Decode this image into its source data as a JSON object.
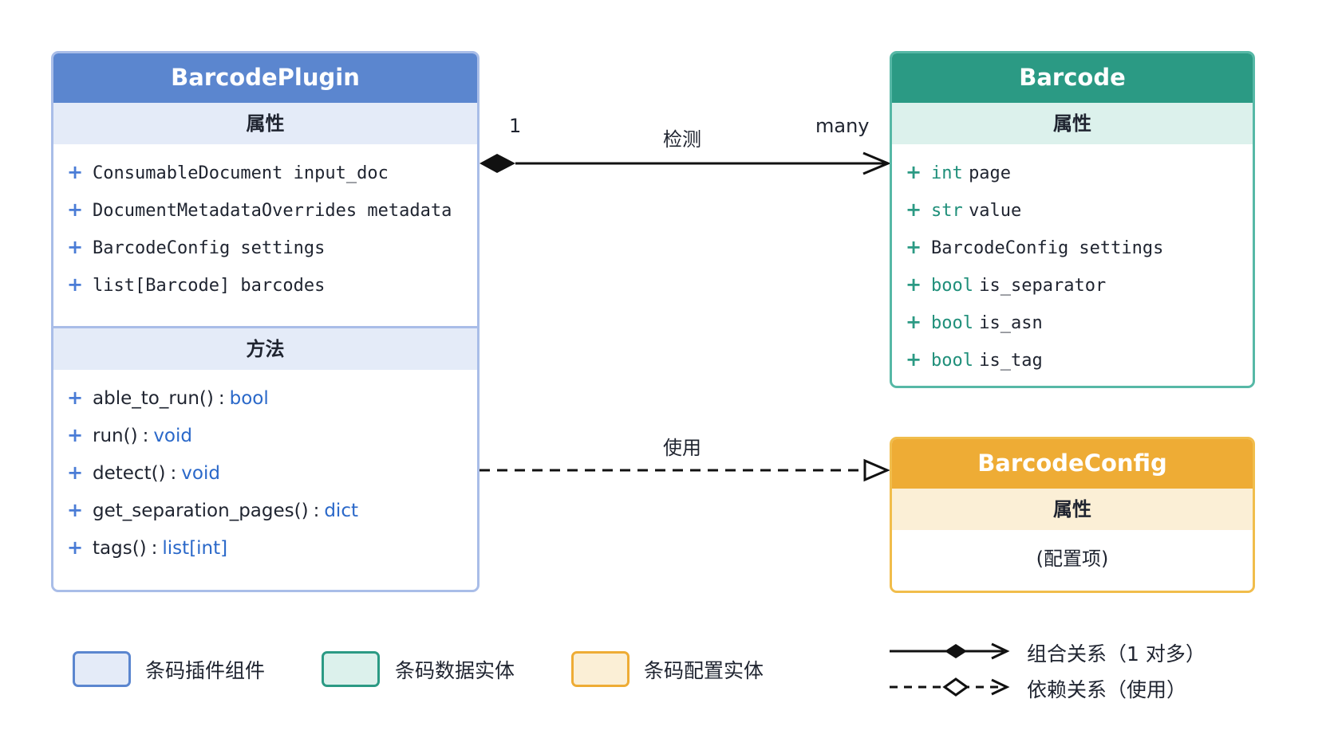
{
  "plugin": {
    "title": "BarcodePlugin",
    "attributes_header": "属性",
    "attributes": [
      {
        "plus": "+",
        "text": "ConsumableDocument input_doc"
      },
      {
        "plus": "+",
        "text": "DocumentMetadataOverrides metadata"
      },
      {
        "plus": "+",
        "text": "BarcodeConfig settings"
      },
      {
        "plus": "+",
        "text": "list[Barcode] barcodes"
      }
    ],
    "methods_header": "方法",
    "methods": [
      {
        "plus": "+",
        "name": "able_to_run()",
        "sep": ":",
        "ret": "bool"
      },
      {
        "plus": "+",
        "name": "run()",
        "sep": ":",
        "ret": "void"
      },
      {
        "plus": "+",
        "name": "detect()",
        "sep": ":",
        "ret": "void"
      },
      {
        "plus": "+",
        "name": "get_separation_pages()",
        "sep": ":",
        "ret": "dict"
      },
      {
        "plus": "+",
        "name": "tags()",
        "sep": ":",
        "ret": "list[int]"
      }
    ]
  },
  "barcode": {
    "title": "Barcode",
    "attributes_header": "属性",
    "attributes": [
      {
        "plus": "+",
        "type": "int",
        "name": "page"
      },
      {
        "plus": "+",
        "type": "str",
        "name": "value"
      },
      {
        "plus": "+",
        "type": "",
        "name": "BarcodeConfig settings"
      },
      {
        "plus": "+",
        "type": "bool",
        "name": "is_separator"
      },
      {
        "plus": "+",
        "type": "bool",
        "name": "is_asn"
      },
      {
        "plus": "+",
        "type": "bool",
        "name": "is_tag"
      }
    ]
  },
  "config": {
    "title": "BarcodeConfig",
    "attributes_header": "属性",
    "placeholder": "(配置项)"
  },
  "relations": {
    "composition": {
      "label": "检测",
      "source_multiplicity": "1",
      "target_multiplicity": "many"
    },
    "dependency": {
      "label": "使用"
    }
  },
  "legend": {
    "plugin_component": "条码插件组件",
    "data_entity": "条码数据实体",
    "config_entity": "条码配置实体",
    "composition": "组合关系（1 对多）",
    "dependency": "依赖关系（使用）"
  },
  "colors": {
    "plugin_accent": "#5b86cf",
    "barcode_accent": "#2b9a84",
    "config_accent": "#eeac35"
  }
}
